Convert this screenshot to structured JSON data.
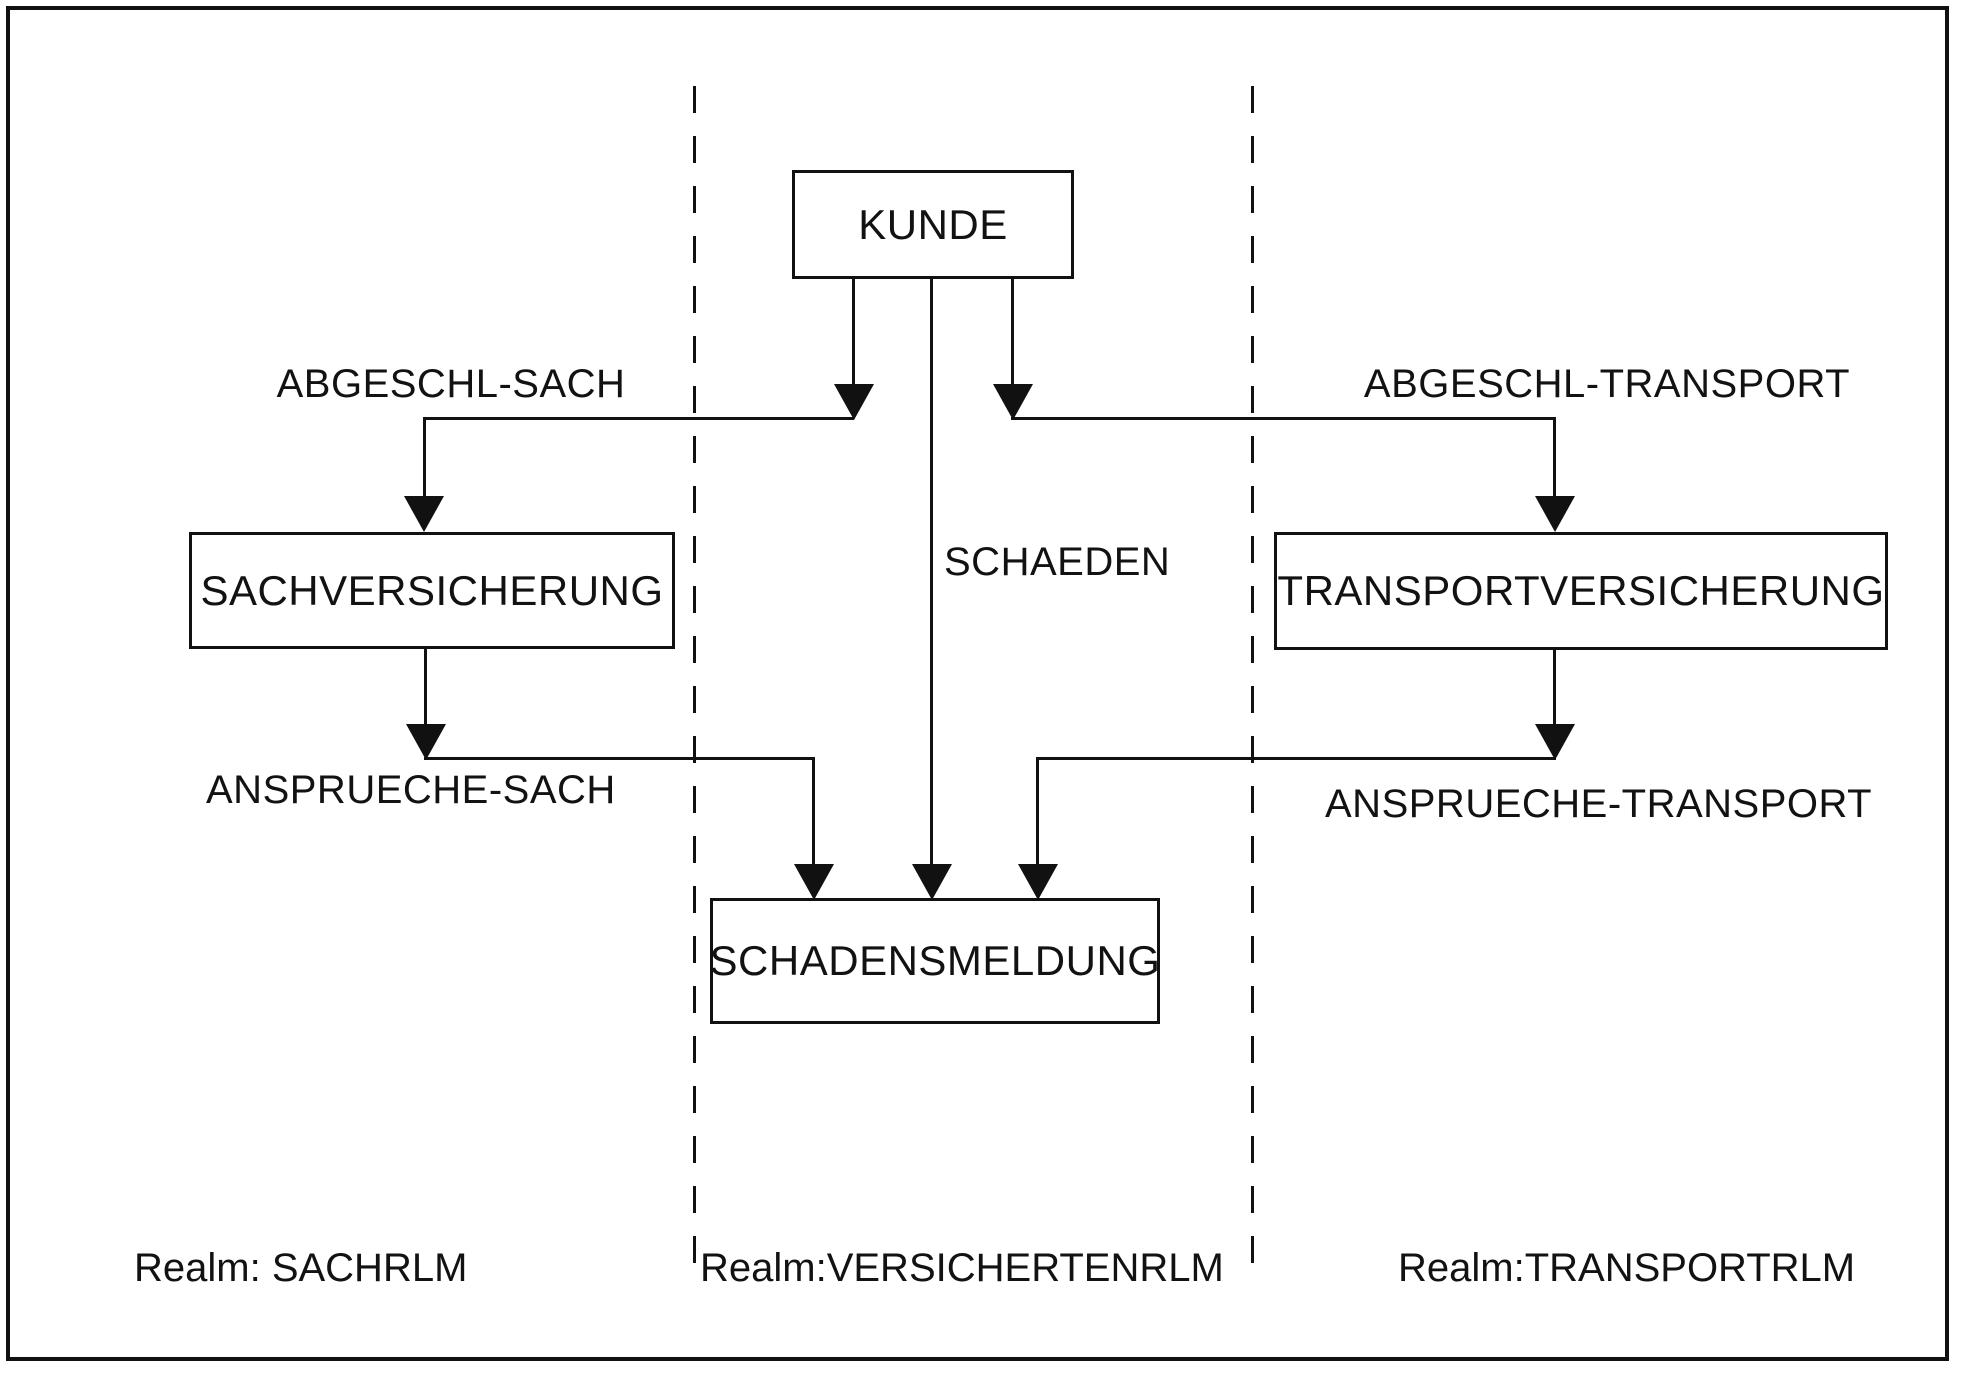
{
  "diagram": {
    "title_hint": "CODASYL network database schema diagram (insurance example)",
    "nodes": {
      "kunde": "KUNDE",
      "sachversicherung": "SACHVERSICHERUNG",
      "transportversicherung": "TRANSPORTVERSICHERUNG",
      "schadensmeldung": "SCHADENSMELDUNG"
    },
    "set_labels": {
      "abgeschl_sach": "ABGESCHL-SACH",
      "abgeschl_transport": "ABGESCHL-TRANSPORT",
      "schaeden": "SCHAEDEN",
      "ansprueche_sach": "ANSPRUECHE-SACH",
      "ansprueche_transport": "ANSPRUECHE-TRANSPORT"
    },
    "realm_labels": {
      "sachrlm": "Realm: SACHRLM",
      "versichertenrlm": "Realm:VERSICHERTENRLM",
      "transportrlm": "Realm:TRANSPORTRLM"
    },
    "colors": {
      "line": "#111111",
      "text": "#121212",
      "background": "#ffffff"
    }
  }
}
